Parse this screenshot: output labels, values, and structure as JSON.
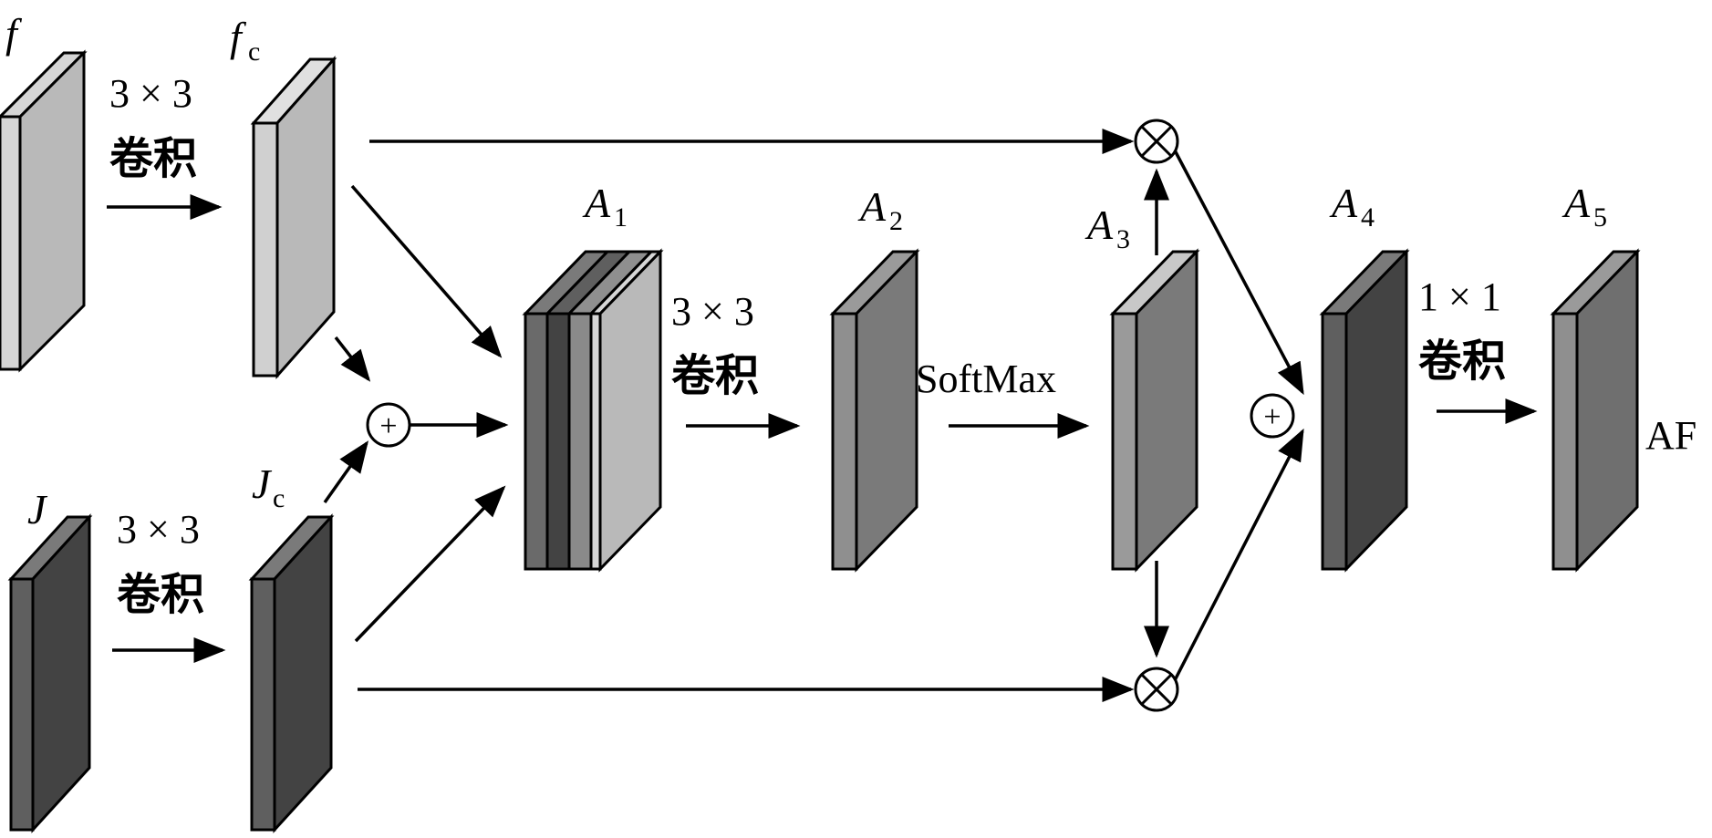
{
  "labels": {
    "f": "f",
    "fc_main": "f",
    "fc_sub": "c",
    "J": "J",
    "Jc_main": "J",
    "Jc_sub": "c",
    "A1_main": "A",
    "A1_sub": "1",
    "A2_main": "A",
    "A2_sub": "2",
    "A3_main": "A",
    "A3_sub": "3",
    "A4_main": "A",
    "A4_sub": "4",
    "A5_main": "A",
    "A5_sub": "5",
    "AF": "AF"
  },
  "ops": {
    "conv3_top_line1": "3 × 3",
    "conv3_top_line2": "卷积",
    "conv3_bottom_line1": "3 × 3",
    "conv3_bottom_line2": "卷积",
    "conv3_mid_line1": "3 × 3",
    "conv3_mid_line2": "卷积",
    "softmax": "SoftMax",
    "conv1_line1": "1 × 1",
    "conv1_line2": "卷积"
  },
  "symbols": {
    "plus": "+"
  },
  "colors": {
    "light_front": "#b9b9b9",
    "light_side": "#d6d6d6",
    "mid_front": "#7a7a7a",
    "mid_side": "#8f8f8f",
    "dark_front": "#434343",
    "dark_side": "#5f5f5f",
    "line": "#000000"
  }
}
